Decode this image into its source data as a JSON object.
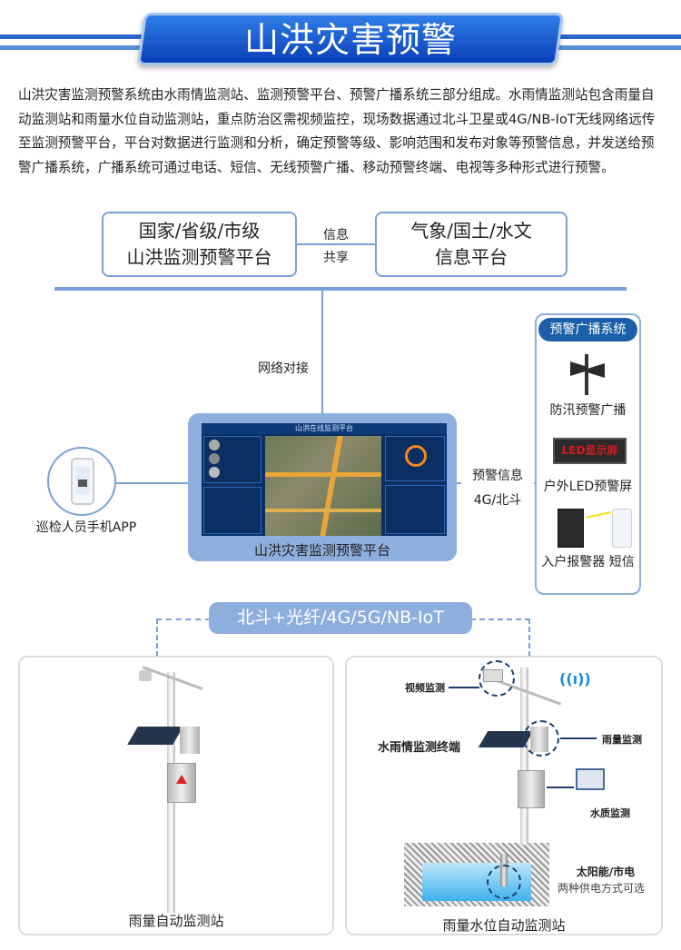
{
  "header": {
    "title": "山洪灾害预警"
  },
  "intro": "山洪灾害监测预警系统由水雨情监测站、监测预警平台、预警广播系统三部分组成。水雨情监测站包含雨量自动监测站和雨量水位自动监测站，重点防治区需视频监控，现场数据通过北斗卫星或4G/NB-IoT无线网络远传至监测预警平台，平台对数据进行监测和分析，确定预警等级、影响范围和发布对象等预警信息，并发送给预警广播系统，广播系统可通过电话、短信、无线预警广播、移动预警终端、电视等多种形式进行预警。",
  "top": {
    "left_box": [
      "国家/省级/市级",
      "山洪监测预警平台"
    ],
    "share": [
      "信息",
      "共享"
    ],
    "right_box": [
      "气象/国土/水文",
      "信息平台"
    ]
  },
  "network_label": "网络对接",
  "platform": {
    "screen_title": "山洪在线监测平台",
    "label": "山洪灾害监测预警平台"
  },
  "mobile_label": "巡检人员手机APP",
  "warning_link": [
    "预警信息",
    "4G/北斗"
  ],
  "broadcast": {
    "title": "预警广播系统",
    "items": [
      "防汛预警广播",
      "户外LED预警屏",
      "入户报警器 短信"
    ],
    "led_text": "LED显示屏"
  },
  "transport": "北斗+光纤/4G/5G/NB-IoT",
  "stations": {
    "left": {
      "label": "雨量自动监测站"
    },
    "right": {
      "label": "雨量水位自动监测站",
      "video": "视频监测",
      "terminal": "水雨情监测终端",
      "rain": "雨量监测",
      "water_quality": "水质监测",
      "power_title": "太阳能/市电",
      "power_desc": "两种供电方式可选"
    }
  },
  "colors": {
    "accent": "#2a66c8",
    "line": "#7ba0d8",
    "platform": "#8eaede",
    "pill": "#1a5fa8"
  }
}
